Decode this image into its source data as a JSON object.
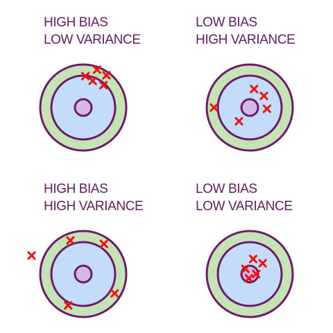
{
  "colors": {
    "ring_stroke": "#6a1b6a",
    "label_text": "#5e1e5e",
    "outer_ring_fill": "#c6e3b6",
    "inner_ring_fill": "#c3dcf9",
    "bullseye_fill": "#d6b8e6",
    "marker": "#ee1111"
  },
  "panels": [
    {
      "label_line1": "HIGH BIAS",
      "label_line2": "LOW VARIANCE",
      "markers": [
        {
          "dx": 0.32,
          "dy": -0.88
        },
        {
          "dx": 0.54,
          "dy": -0.75
        },
        {
          "dx": 0.05,
          "dy": -0.73
        },
        {
          "dx": 0.22,
          "dy": -0.62
        },
        {
          "dx": 0.47,
          "dy": -0.52
        }
      ]
    },
    {
      "label_line1": "LOW BIAS",
      "label_line2": "HIGH VARIANCE",
      "markers": [
        {
          "dx": 0.1,
          "dy": -0.43
        },
        {
          "dx": 0.33,
          "dy": -0.27
        },
        {
          "dx": -0.83,
          "dy": 0.0
        },
        {
          "dx": 0.4,
          "dy": 0.03
        },
        {
          "dx": -0.25,
          "dy": 0.32
        }
      ]
    },
    {
      "label_line1": "HIGH BIAS",
      "label_line2": "HIGH VARIANCE",
      "markers": [
        {
          "dx": -0.3,
          "dy": -0.78
        },
        {
          "dx": 0.48,
          "dy": -0.7
        },
        {
          "dx": -1.2,
          "dy": -0.43
        },
        {
          "dx": 0.73,
          "dy": 0.45
        },
        {
          "dx": -0.35,
          "dy": 0.73
        }
      ]
    },
    {
      "label_line1": "LOW BIAS",
      "label_line2": "LOW VARIANCE",
      "markers": [
        {
          "dx": 0.08,
          "dy": -0.35
        },
        {
          "dx": 0.3,
          "dy": -0.25
        },
        {
          "dx": -0.1,
          "dy": -0.12
        },
        {
          "dx": 0.15,
          "dy": 0.0
        },
        {
          "dx": -0.02,
          "dy": 0.1
        }
      ]
    }
  ]
}
